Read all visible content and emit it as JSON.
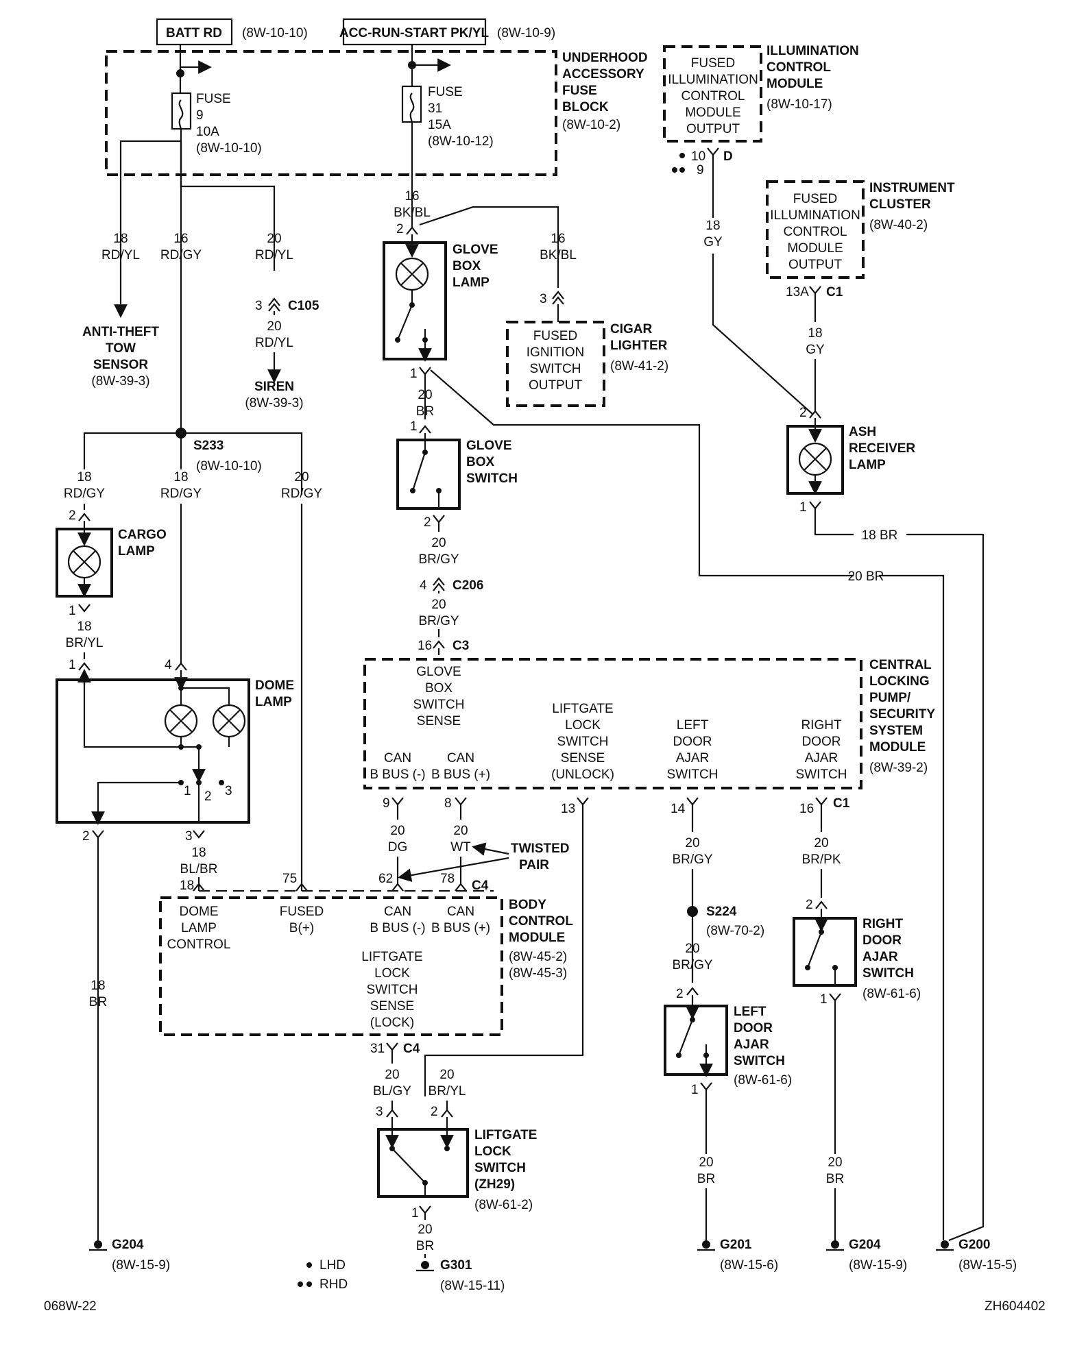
{
  "sources": {
    "batt": {
      "label": "BATT RD",
      "ref": "(8W-10-10)"
    },
    "acc": {
      "label": "ACC-RUN-START PK/YL",
      "ref": "(8W-10-9)"
    }
  },
  "fuse_block": {
    "title": [
      "UNDERHOOD",
      "ACCESSORY",
      "FUSE",
      "BLOCK"
    ],
    "ref": "(8W-10-2)",
    "fuse9": [
      "FUSE",
      "9",
      "10A",
      "(8W-10-10)"
    ],
    "fuse31": [
      "FUSE",
      "31",
      "15A",
      "(8W-10-12)"
    ]
  },
  "illum_module": {
    "inner": [
      "FUSED",
      "ILLUMINATION",
      "CONTROL",
      "MODULE",
      "OUTPUT"
    ],
    "title": [
      "ILLUMINATION",
      "CONTROL",
      "MODULE"
    ],
    "ref": "(8W-10-17)",
    "pin_lhd": "10",
    "pin_rhd": "9",
    "conn": "D"
  },
  "cluster": {
    "inner": [
      "FUSED",
      "ILLUMINATION",
      "CONTROL",
      "MODULE",
      "OUTPUT"
    ],
    "title": [
      "INSTRUMENT",
      "CLUSTER"
    ],
    "ref": "(8W-40-2)",
    "pin": "13A",
    "conn": "C1"
  },
  "wires": {
    "w18rdyl": [
      "18",
      "RD/YL"
    ],
    "w16rdgy": [
      "16",
      "RD/GY"
    ],
    "w20rdyl": [
      "20",
      "RD/YL"
    ],
    "w16bkbl_a": [
      "16",
      "BK/BL"
    ],
    "w16bkbl_b": [
      "16",
      "BK/BL"
    ],
    "w18gy_a": [
      "18",
      "GY"
    ],
    "w18gy_b": [
      "18",
      "GY"
    ],
    "w20rdyl_b": [
      "20",
      "RD/YL"
    ],
    "w18rdgy_a": [
      "18",
      "RD/GY"
    ],
    "w18rdgy_b": [
      "18",
      "RD/GY"
    ],
    "w20rdgy": [
      "20",
      "RD/GY"
    ],
    "w20br_a": [
      "20",
      "BR"
    ],
    "w20brgy_a": [
      "20",
      "BR/GY"
    ],
    "w20brgy_b": [
      "20",
      "BR/GY"
    ],
    "w18bryl": [
      "18",
      "BR/YL"
    ],
    "w18blbr": [
      "18",
      "BL/BR"
    ],
    "w20dg": [
      "20",
      "DG"
    ],
    "w20wt": [
      "20",
      "WT"
    ],
    "w20brgy_c": [
      "20",
      "BR/GY"
    ],
    "w20brgy_d": [
      "20",
      "BR/GY"
    ],
    "w20brpk": [
      "20",
      "BR/PK"
    ],
    "w18br_a": [
      "18",
      "BR"
    ],
    "w20blgy": [
      "20",
      "BL/GY"
    ],
    "w20bryl": [
      "20",
      "BR/YL"
    ],
    "w20br_b": [
      "20",
      "BR"
    ],
    "w20br_c": [
      "20",
      "BR"
    ],
    "w20br_d": [
      "20",
      "BR"
    ],
    "w18br_ash": "18 BR",
    "w20br_gl": "20 BR"
  },
  "connectors": {
    "c105": {
      "pin": "3",
      "name": "C105"
    },
    "c105b": "3",
    "glove_lamp_p2": "2",
    "glove_lamp_p1": "1",
    "gsw_p1": "1",
    "gsw_p2": "2",
    "c206": {
      "pin": "4",
      "name": "C206"
    },
    "c3": {
      "pin": "16",
      "name": "C3"
    },
    "ash_p2": "2",
    "ash_p1": "1",
    "cargo_p2": "2",
    "cargo_p1": "1",
    "dome_p1": "1",
    "dome_p4": "4",
    "dome_p2": "2",
    "dome_p3": "3",
    "dome_sw": [
      "1",
      "2",
      "3"
    ],
    "c1_pins": {
      "p9": "9",
      "p8": "8",
      "p13": "13",
      "p14": "14",
      "p16": "16",
      "conn": "C1"
    },
    "c4_pins": {
      "p18": "18",
      "p75": "75",
      "p62": "62",
      "p78": "78",
      "conn": "C4"
    },
    "c4_p31": {
      "pin": "31",
      "conn": "C4"
    },
    "lg_p3": "3",
    "lg_p2": "2",
    "lg_p1": "1",
    "ld_p2": "2",
    "ld_p1": "1",
    "rd_p2": "2",
    "rd_p1": "1"
  },
  "components": {
    "antitheft": {
      "title": [
        "ANTI-THEFT",
        "TOW",
        "SENSOR"
      ],
      "ref": "(8W-39-3)"
    },
    "siren": {
      "title": "SIREN",
      "ref": "(8W-39-3)"
    },
    "glove_lamp": {
      "title": [
        "GLOVE",
        "BOX",
        "LAMP"
      ]
    },
    "cigar": {
      "inner": [
        "FUSED",
        "IGNITION",
        "SWITCH",
        "OUTPUT"
      ],
      "title": [
        "CIGAR",
        "LIGHTER"
      ],
      "ref": "(8W-41-2)"
    },
    "glove_switch": {
      "title": [
        "GLOVE",
        "BOX",
        "SWITCH"
      ]
    },
    "ash": {
      "title": [
        "ASH",
        "RECEIVER",
        "LAMP"
      ]
    },
    "s233": {
      "name": "S233",
      "ref": "(8W-10-10)"
    },
    "cargo": {
      "title": [
        "CARGO",
        "LAMP"
      ]
    },
    "dome": {
      "title": [
        "DOME",
        "LAMP"
      ]
    },
    "central": {
      "title": [
        "CENTRAL",
        "LOCKING",
        "PUMP/",
        "SECURITY",
        "SYSTEM",
        "MODULE"
      ],
      "ref": "(8W-39-2)",
      "glove": [
        "GLOVE",
        "BOX",
        "SWITCH",
        "SENSE"
      ],
      "liftgate": [
        "LIFTGATE",
        "LOCK",
        "SWITCH",
        "SENSE",
        "(UNLOCK)"
      ],
      "left": [
        "LEFT",
        "DOOR",
        "AJAR",
        "SWITCH"
      ],
      "right": [
        "RIGHT",
        "DOOR",
        "AJAR",
        "SWITCH"
      ],
      "canm": [
        "CAN",
        "B BUS (-)"
      ],
      "canp": [
        "CAN",
        "B BUS (+)"
      ]
    },
    "twisted": [
      "TWISTED",
      "PAIR"
    ],
    "bcm": {
      "title": [
        "BODY",
        "CONTROL",
        "MODULE"
      ],
      "ref1": "(8W-45-2)",
      "ref2": "(8W-45-3)",
      "dome": [
        "DOME",
        "LAMP",
        "CONTROL"
      ],
      "fused": [
        "FUSED",
        "B(+)"
      ],
      "canm": [
        "CAN",
        "B BUS (-)"
      ],
      "canp": [
        "CAN",
        "B BUS (+)"
      ],
      "liftgate": [
        "LIFTGATE",
        "LOCK",
        "SWITCH",
        "SENSE",
        "(LOCK)"
      ]
    },
    "s224": {
      "name": "S224",
      "ref": "(8W-70-2)"
    },
    "right_door": {
      "title": [
        "RIGHT",
        "DOOR",
        "AJAR",
        "SWITCH"
      ],
      "ref": "(8W-61-6)"
    },
    "left_door": {
      "title": [
        "LEFT",
        "DOOR",
        "AJAR",
        "SWITCH"
      ],
      "ref": "(8W-61-6)"
    },
    "liftgate_sw": {
      "title": [
        "LIFTGATE",
        "LOCK",
        "SWITCH",
        "(ZH29)"
      ],
      "ref": "(8W-61-2)"
    }
  },
  "grounds": {
    "g204a": {
      "name": "G204",
      "ref": "(8W-15-9)"
    },
    "g301": {
      "name": "G301",
      "ref": "(8W-15-11)"
    },
    "g201": {
      "name": "G201",
      "ref": "(8W-15-6)"
    },
    "g204b": {
      "name": "G204",
      "ref": "(8W-15-9)"
    },
    "g200": {
      "name": "G200",
      "ref": "(8W-15-5)"
    }
  },
  "legend": {
    "lhd": "LHD",
    "rhd": "RHD"
  },
  "footer": {
    "left": "068W-22",
    "right": "ZH604402"
  }
}
